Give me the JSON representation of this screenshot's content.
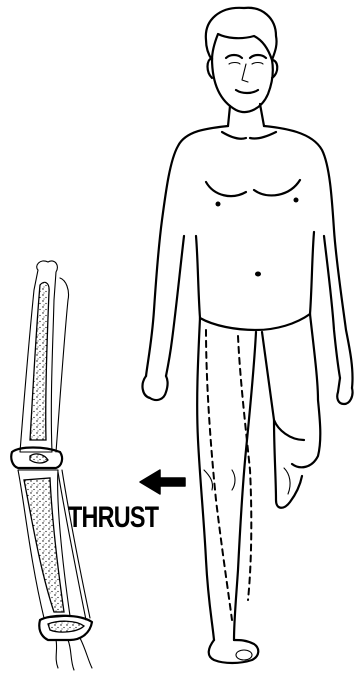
{
  "diagram": {
    "label_thrust": "THRUST",
    "figure": "standing-man-with-raised-knee",
    "bone_view": "tibia-fibula-x-ray-sketch",
    "arrow_direction": "left",
    "ink_color": "#000000",
    "background_color": "#ffffff"
  }
}
